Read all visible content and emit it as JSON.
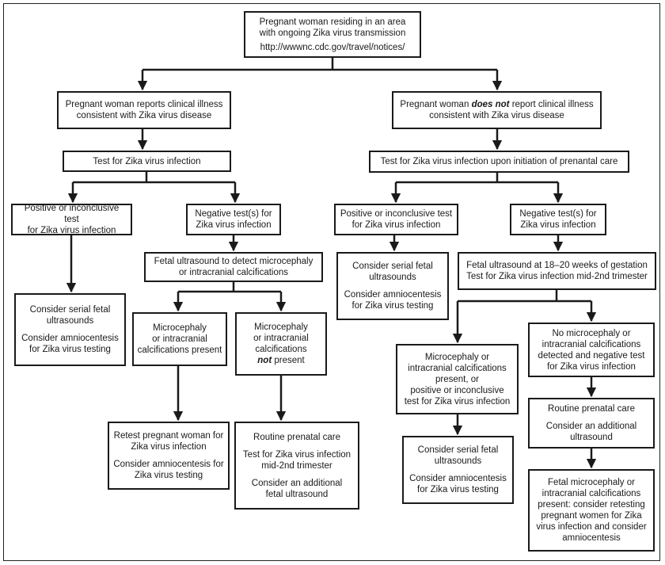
{
  "root": {
    "line1": "Pregnant woman residing in an area",
    "line2": "with ongoing Zika virus transmission",
    "url": "http://wwwnc.cdc.gov/travel/notices/"
  },
  "left": {
    "illness": [
      "Pregnant woman reports clinical illness",
      "consistent with Zika virus disease"
    ],
    "test": "Test for Zika virus infection",
    "positive": [
      "Positive or inconclusive test",
      "for Zika virus infection"
    ],
    "negative": [
      "Negative test(s) for",
      "Zika virus infection"
    ],
    "ultrasound": [
      "Fetal ultrasound to detect microcephaly",
      "or intracranial calcifications"
    ],
    "serial": {
      "a": [
        "Consider serial fetal",
        "ultrasounds"
      ],
      "b": [
        "Consider amniocentesis",
        "for Zika virus testing"
      ]
    },
    "present": [
      "Microcephaly",
      "or intracranial",
      "calcifications present"
    ],
    "not_present": {
      "a": [
        "Microcephaly",
        "or intracranial",
        "calcifications"
      ],
      "emph": "not",
      "rest": "present"
    },
    "retest": {
      "a": [
        "Retest pregnant woman for",
        "Zika virus infection"
      ],
      "b": [
        "Consider amniocentesis for",
        "Zika virus testing"
      ]
    },
    "routine": {
      "a": "Routine prenatal care",
      "b": [
        "Test for Zika virus infection",
        "mid-2nd trimester"
      ],
      "c": [
        "Consider an additional",
        "fetal ultrasound"
      ]
    }
  },
  "right": {
    "no_illness": {
      "pre": "Pregnant woman",
      "emph": "does not",
      "post": "report clinical illness",
      "line2": "consistent with Zika virus disease"
    },
    "test": "Test for Zika virus infection upon initiation of prenantal care",
    "positive": [
      "Positive or inconclusive test",
      "for Zika virus infection"
    ],
    "negative": [
      "Negative test(s) for",
      "Zika virus infection"
    ],
    "serial": {
      "a": [
        "Consider serial fetal",
        "ultrasounds"
      ],
      "b": [
        "Consider amniocentesis",
        "for Zika virus testing"
      ]
    },
    "ultrasound": [
      "Fetal ultrasound at 18–20 weeks of gestation",
      "Test for Zika virus infection mid-2nd trimester"
    ],
    "micro_present": [
      "Microcephaly or",
      "intracranial calcifications",
      "present, or",
      "positive or inconclusive",
      "test for Zika virus infection"
    ],
    "no_micro": [
      "No microcephaly or",
      "intracranial calcifications",
      "detected and negative test",
      "for Zika virus infection"
    ],
    "serial2": {
      "a": [
        "Consider serial fetal",
        "ultrasounds"
      ],
      "b": [
        "Consider amniocentesis",
        "for Zika virus testing"
      ]
    },
    "routine": {
      "a": "Routine prenatal care",
      "b": [
        "Consider an additional",
        "ultrasound"
      ]
    },
    "fetal": [
      "Fetal microcephaly or",
      "intracranial calcifications",
      "present: consider retesting",
      "pregnant women for Zika",
      "virus infection and  consider",
      "amniocentesis"
    ]
  }
}
